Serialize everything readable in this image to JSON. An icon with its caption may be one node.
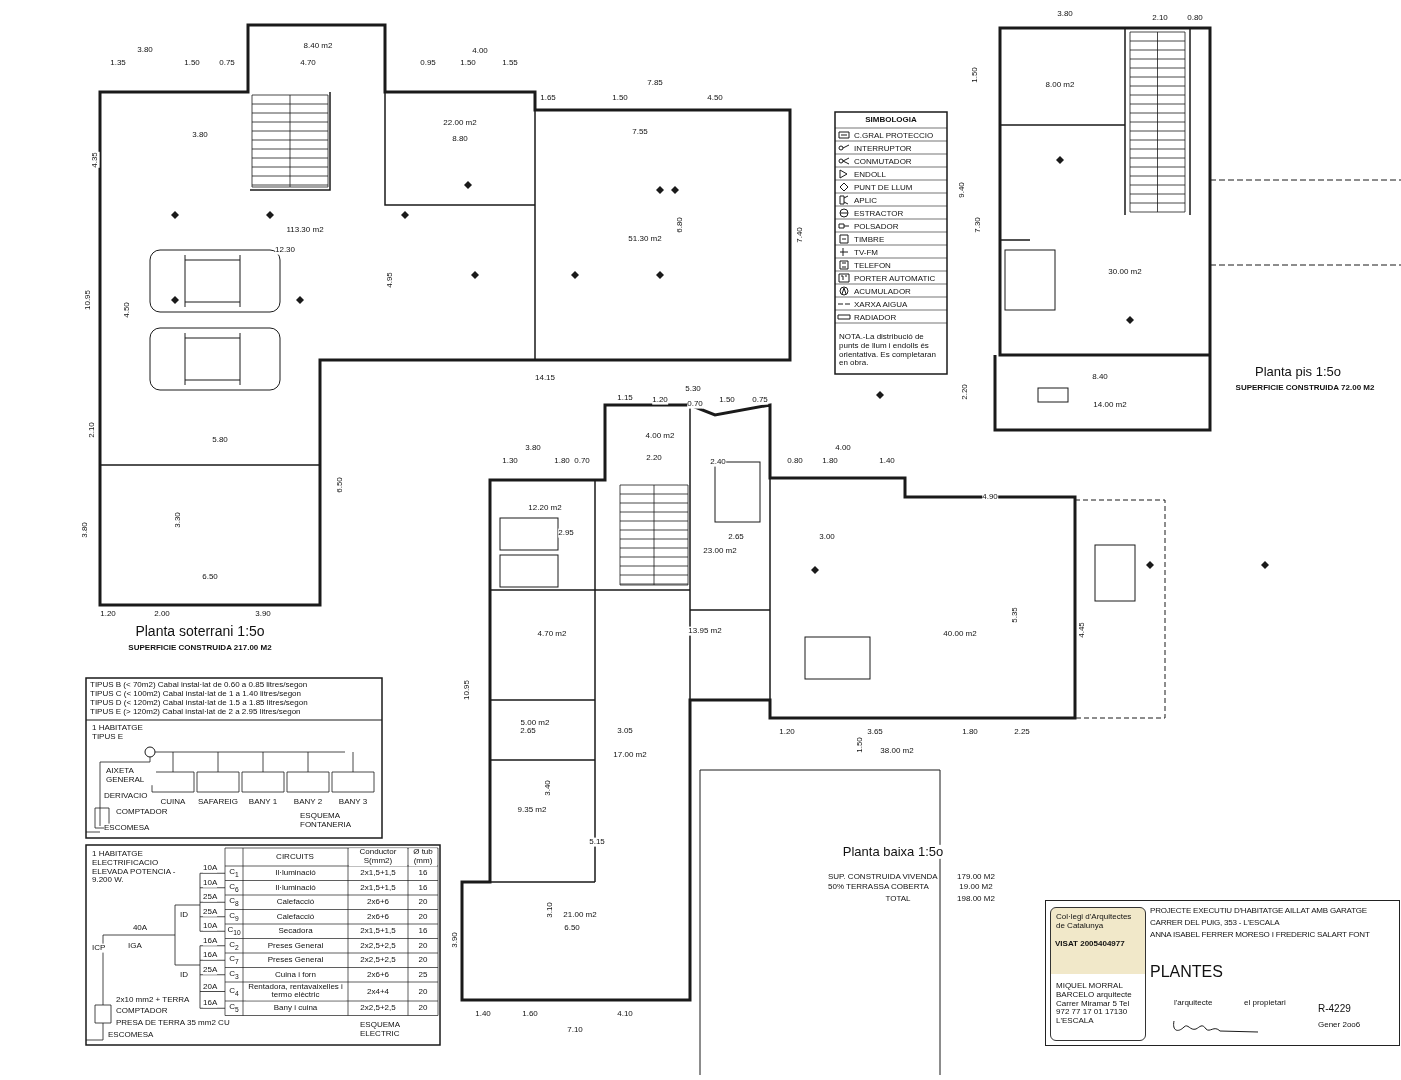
{
  "diagram": {
    "nodes": [
      {
        "text": [
          "PROJECTE EXECUTIU D'HABITATGE AILLAT AMB GARATGE",
          "CARRER DEL PUIG, 353 - L'ESCALA",
          "ANNA ISABEL FERRER MORESO I FREDERIC SALART FONT",
          "PLANTES",
          "l'arquitecte",
          "el propietari",
          "R-4229",
          "Gener 2oo6"
        ]
      },
      {
        "text": [
          "Col·legi d'Arquitectes de Catalunya",
          "VISAT 2005404977",
          "MIQUEL MORRAL BARCELO arquitecte Carrer Miramar 5 Tel 972 77 17 01 17130 L'ESCALA"
        ],
        "in": 0
      }
    ],
    "labels": [
      "Planta soterrani 1:5o",
      "SUPERFICIE CONSTRUIDA 217.00 M2",
      "8.40 m2",
      "22.00 m2",
      "113.30 m2",
      "51.30 m2",
      "3.80",
      "1.35",
      "1.50",
      "0.75",
      "4.70",
      "4.00",
      "0.95",
      "1.50",
      "1.55",
      "7.85",
      "1.65",
      "1.50",
      "4.50",
      "7.55",
      "3.80",
      "8.80",
      "12.30",
      "14.15",
      "5.80",
      "6.50",
      "1.20",
      "2.00",
      "3.90",
      "10.95",
      "4.35",
      "4.50",
      "7.40",
      "6.80",
      "4.95",
      "6.50",
      "3.30",
      "2.10",
      "3.80",
      "Planta pis 1:5o",
      "SUPERFICIE CONSTRUIDA 72.00 M2",
      "8.00 m2",
      "30.00 m2",
      "14.00 m2",
      "3.80",
      "2.10",
      "0.80",
      "9.40",
      "7.30",
      "1.50",
      "8.40",
      "2.20",
      "Planta baixa 1:5o",
      "SUP. CONSTRUIDA VIVENDA",
      "179.00 M2",
      "50% TERRASSA COBERTA",
      "19.00 M2",
      "TOTAL",
      "198.00 M2",
      "4.00 m2",
      "12.20 m2",
      "23.00 m2",
      "4.70 m2",
      "13.95 m2",
      "40.00 m2",
      "5.00 m2",
      "17.00 m2",
      "9.35 m2",
      "21.00 m2",
      "38.00 m2",
      "5.30",
      "1.15",
      "1.20",
      "0.70",
      "1.50",
      "0.75",
      "3.80",
      "1.30",
      "1.80",
      "0.70",
      "2.20",
      "2.40",
      "4.00",
      "0.80",
      "1.80",
      "1.40",
      "4.90",
      "2.95",
      "2.65",
      "3.00",
      "2.65",
      "3.05",
      "5.15",
      "6.50",
      "1.40",
      "1.60",
      "4.10",
      "7.10",
      "1.20",
      "3.65",
      "1.80",
      "2.25",
      "10.95",
      "5.35",
      "4.45",
      "3.40",
      "3.10",
      "3.90",
      "1.50",
      "SIMBOLOGIA",
      "NOTA.-La distribució de punts de llum i endolls és orientativa. Es completaran en obra.",
      "TIPUS B (< 70m2) Cabal instal·lat de 0.60 a 0.85 litres/segon",
      "TIPUS C (< 100m2) Cabal instal·lat de 1 a 1.40 litres/segon",
      "TIPUS D (< 120m2) Cabal instal·lat de 1.5 a 1.85 litres/segon",
      "TIPUS E (> 120m2) Cabal instal·lat de 2 a 2.95 litres/segon",
      "1 HABITATGE TIPUS E",
      "AIXETA GENERAL",
      "DERIVACIO",
      "COMPTADOR",
      "ESCOMESA",
      "ESQUEMA FONTANERIA",
      "CUINA",
      "SAFAREIG",
      "BANY 1",
      "BANY 2",
      "BANY 3",
      "1 HABITATGE ELECTRIFICACIO ELEVADA POTENCIA - 9.200 W.",
      "ICP",
      "40A",
      "IGA",
      "ID",
      "ID",
      "10A",
      "10A",
      "25A",
      "25A",
      "10A",
      "16A",
      "16A",
      "25A",
      "20A",
      "16A",
      "2x10 mm2 + TERRA",
      "COMPTADOR",
      "PRESA DE TERRA 35 mm2 CU",
      "ESCOMESA",
      "ESQUEMA ELECTRIC",
      "CIRCUITS",
      "Conductor S(mm2)",
      "Ø tub (mm)",
      "C$_{1}$",
      "Il·luminació",
      "2x1,5+1,5",
      "16",
      "C$_{6}$",
      "Il·luminació",
      "2x1,5+1,5",
      "16",
      "C$_{8}$",
      "Calefacció",
      "2x6+6",
      "20",
      "C$_{9}$",
      "Calefacció",
      "2x6+6",
      "20",
      "C$_{10}$",
      "Secadora",
      "2x1,5+1,5",
      "16",
      "C$_{2}$",
      "Preses General",
      "2x2,5+2,5",
      "20",
      "C$_{7}$",
      "Preses General",
      "2x2,5+2,5",
      "20",
      "C$_{3}$",
      "Cuina i forn",
      "2x6+6",
      "25",
      "C$_{4}$",
      "Rentadora, rentavaixelles i termo elèctric",
      "2x4+4",
      "20",
      "C$_{5}$",
      "Bany i cuina",
      "2x2,5+2,5",
      "20"
    ],
    "legend": [
      {
        "text": "C.GRAL PROTECCIO"
      },
      {
        "text": "INTERRUPTOR"
      },
      {
        "text": "CONMUTADOR"
      },
      {
        "text": "ENDOLL"
      },
      {
        "text": "PUNT DE LLUM"
      },
      {
        "text": "APLIC"
      },
      {
        "text": "ESTRACTOR"
      },
      {
        "text": "POLSADOR"
      },
      {
        "text": "TIMBRE"
      },
      {
        "text": "TV-FM"
      },
      {
        "text": "TELEFON"
      },
      {
        "text": "PORTER AUTOMATIC"
      },
      {
        "text": "ACUMULADOR"
      },
      {
        "text": "XARXA AIGUA"
      },
      {
        "text": "RADIADOR"
      }
    ]
  }
}
